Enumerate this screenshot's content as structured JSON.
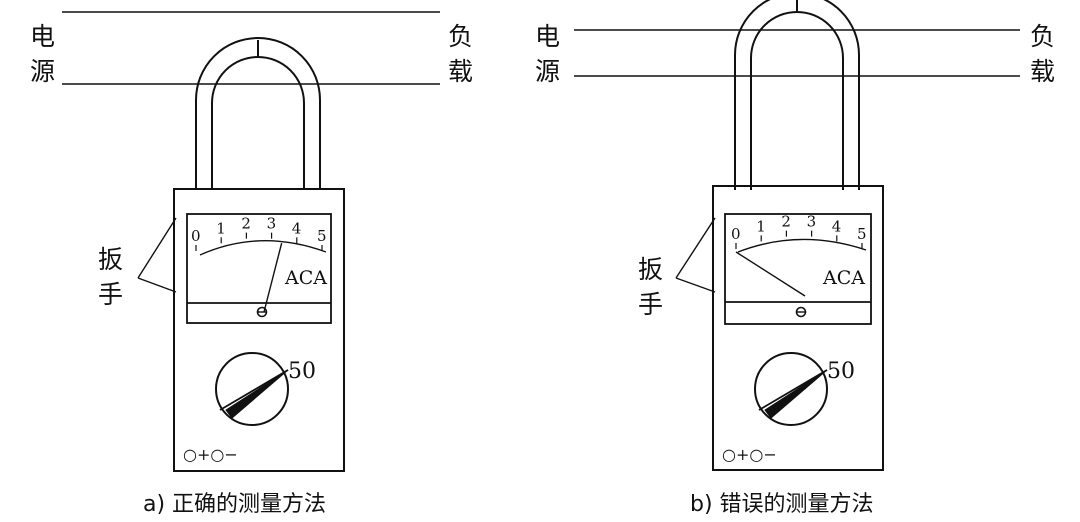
{
  "panels": [
    {
      "id": "a",
      "labels": {
        "source_1": "电",
        "source_2": "源",
        "load_1": "负",
        "load_2": "载",
        "jaw_1": "扳",
        "jaw_2": "手",
        "scale": [
          "0",
          "1",
          "2",
          "3",
          "4",
          "5"
        ],
        "unit": "ACA",
        "range": "50",
        "terminals": "○+○−",
        "caption": "a) 正确的测量方法"
      },
      "needle_fraction": 0.68
    },
    {
      "id": "b",
      "labels": {
        "source_1": "电",
        "source_2": "源",
        "load_1": "负",
        "load_2": "载",
        "jaw_1": "扳",
        "jaw_2": "手",
        "scale": [
          "0",
          "1",
          "2",
          "3",
          "4",
          "5"
        ],
        "unit": "ACA",
        "range": "50",
        "terminals": "○+○−",
        "caption": "b) 错误的测量方法"
      },
      "needle_fraction": 0.0
    }
  ]
}
